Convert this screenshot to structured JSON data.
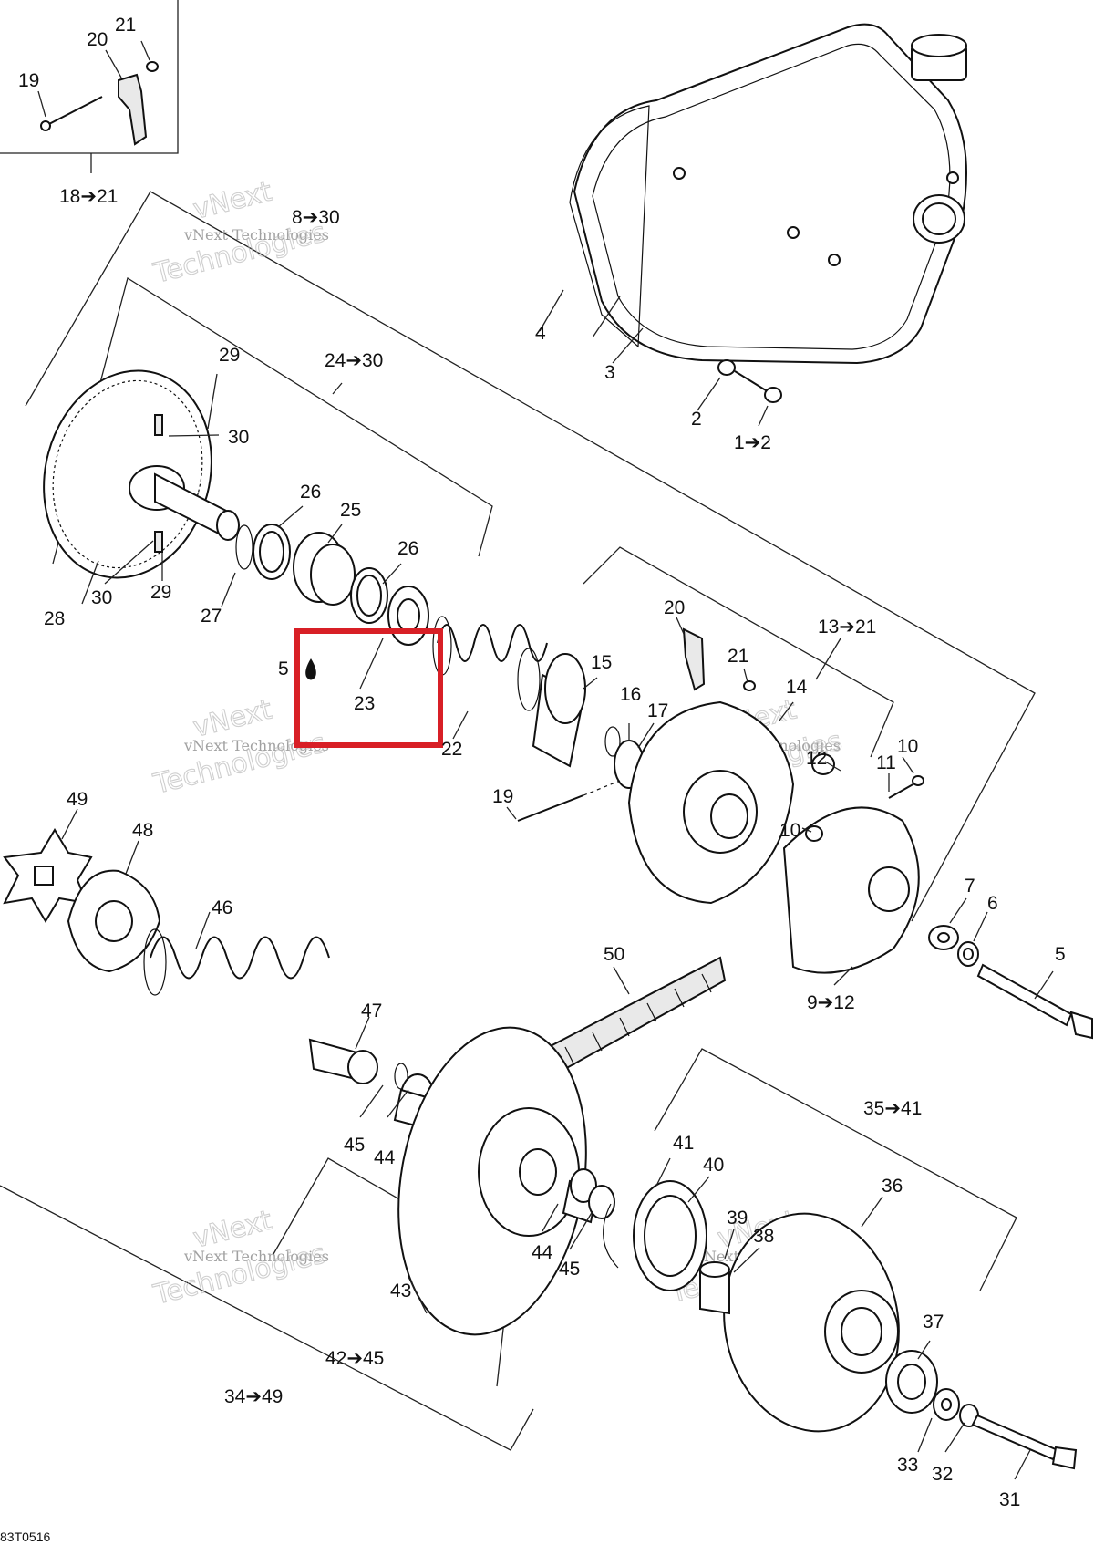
{
  "diagram_code": "83T0516",
  "watermark": {
    "line1": "vNext Technologies",
    "line2": "vNext",
    "line3": "Technologies"
  },
  "highlight_color": "#d81f26",
  "labels": {
    "n21a": "21",
    "n20a": "20",
    "n19a": "19",
    "g18_21": "18➔21",
    "g8_30": "8➔30",
    "g24_30": "24➔30",
    "n29a": "29",
    "n30a": "30",
    "n26a": "26",
    "n25": "25",
    "n26b": "26",
    "n28": "28",
    "n30b": "30",
    "n29b": "29",
    "n27": "27",
    "n5a": "5",
    "n23": "23",
    "n22": "22",
    "n4": "4",
    "n3": "3",
    "n2": "2",
    "g1_2": "1➔2",
    "n20b": "20",
    "g13_21": "13➔21",
    "n21b": "21",
    "n14": "14",
    "n15": "15",
    "n16": "16",
    "n17": "17",
    "n12": "12",
    "n10a": "10",
    "n11": "11",
    "n10b": "10",
    "n19b": "19",
    "n7": "7",
    "n6": "6",
    "n5b": "5",
    "g9_12": "9➔12",
    "n49": "49",
    "n48": "48",
    "n46": "46",
    "n50": "50",
    "n47": "47",
    "n45a": "45",
    "n44a": "44",
    "g35_41": "35➔41",
    "n41": "41",
    "n40": "40",
    "n36": "36",
    "n39": "39",
    "n38": "38",
    "n44b": "44",
    "n45b": "45",
    "n43": "43",
    "n37": "37",
    "g42_45": "42➔45",
    "g34_49": "34➔49",
    "n33": "33",
    "n32": "32",
    "n31": "31"
  }
}
